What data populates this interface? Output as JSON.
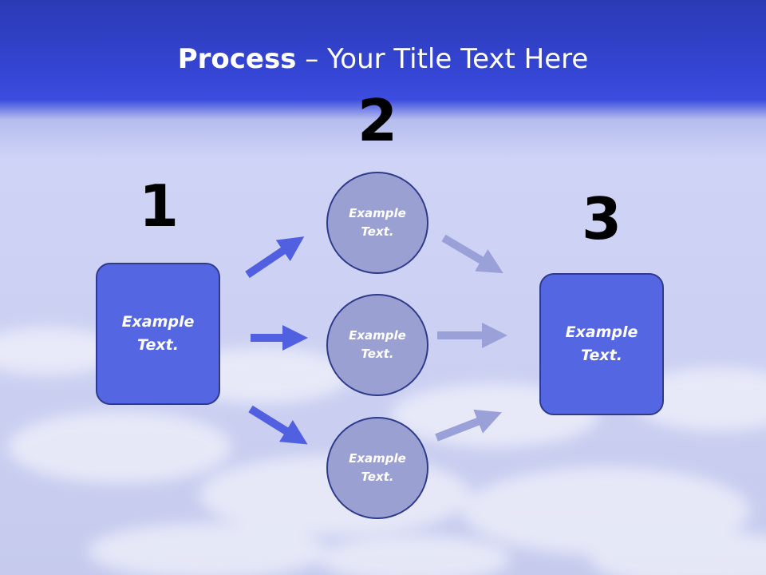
{
  "title": {
    "bold": "Process",
    "rest": " – Your Title Text Here"
  },
  "steps": {
    "one": {
      "number": "1",
      "label": "Example Text."
    },
    "two": {
      "number": "2",
      "labels": [
        "Example Text.",
        "Example Text.",
        "Example Text."
      ]
    },
    "three": {
      "number": "3",
      "label": "Example Text."
    }
  },
  "colors": {
    "box_fill": "#5566e3",
    "circle_fill": "#9ba0d3",
    "outline": "#2e3a8c",
    "arrow_left": "#5060e0",
    "arrow_right": "#9aa0d8"
  }
}
